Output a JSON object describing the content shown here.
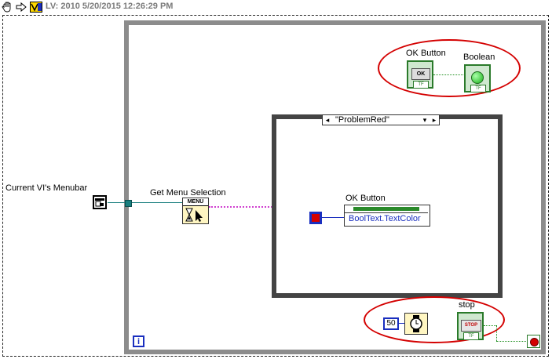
{
  "titlebar": {
    "lv_text": "LV: 2010 5/20/2015 12:26:29 PM"
  },
  "diagram": {
    "menubar_label": "Current VI's Menubar",
    "get_menu_label": "Get Menu Selection",
    "menu_node_text": "MENU",
    "case_selector": {
      "left_arrow": "◂",
      "value": "\"ProblemRed\"",
      "dropdown": "▾",
      "right_arrow": "▸"
    },
    "property_node": {
      "title": "OK Button",
      "property": "BoolText.TextColor"
    },
    "ok_button_terminal": {
      "label": "OK Button",
      "face": "OK",
      "tf": "TF"
    },
    "boolean_indicator": {
      "label": "Boolean",
      "tf": "TF"
    },
    "wait_constant": "50",
    "stop_terminal": {
      "label": "stop",
      "face": "STOP",
      "tf": "TF"
    },
    "iteration_terminal": "i"
  },
  "colors": {
    "loop_border": "#8c8c8c",
    "annotation_ellipse": "#d40000",
    "boolean_wire": "#1f8f1f",
    "refnum_wire": "#1a7f7f",
    "cluster_wire": "#d040d0",
    "numeric_blue": "#1a2fbf",
    "color_constant": "#d40000"
  }
}
